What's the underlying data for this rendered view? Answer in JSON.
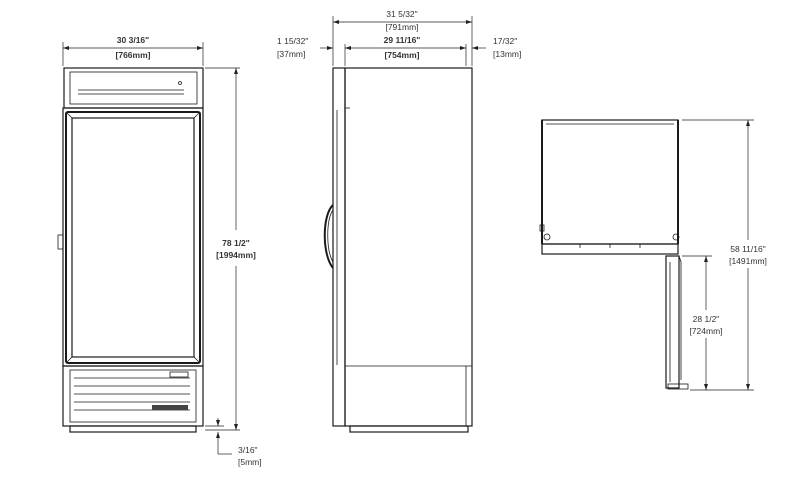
{
  "dimensions": {
    "front_width": {
      "imperial": "30 3/16\"",
      "metric": "[766mm]"
    },
    "front_height": {
      "imperial": "78 1/2\"",
      "metric": "[1994mm]"
    },
    "front_leg": {
      "imperial": "3/16\"",
      "metric": "[5mm]"
    },
    "side_overall": {
      "imperial": "31 5/32\"",
      "metric": "[791mm]"
    },
    "side_door_depth": {
      "imperial": "1 15/32\"",
      "metric": "[37mm]"
    },
    "side_body_depth": {
      "imperial": "29 11/16\"",
      "metric": "[754mm]"
    },
    "side_rear_offset": {
      "imperial": "17/32\"",
      "metric": "[13mm]"
    },
    "top_depth_door_open": {
      "imperial": "58 11/16\"",
      "metric": "[1491mm]"
    },
    "top_door_swing": {
      "imperial": "28 1/2\"",
      "metric": "[724mm]"
    }
  }
}
